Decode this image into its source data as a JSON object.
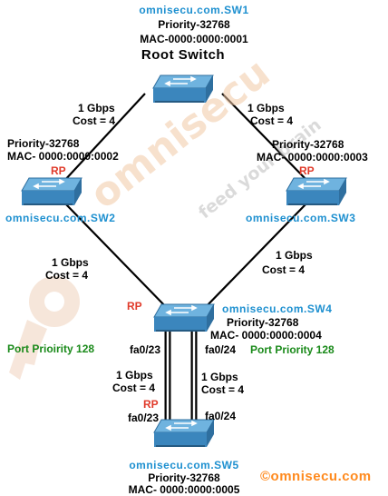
{
  "switches": {
    "sw1": {
      "name": "omnisecu.com.SW1",
      "priority": "Priority-32768",
      "mac": "MAC-0000:0000:0001",
      "role": "Root Switch"
    },
    "sw2": {
      "name": "omnisecu.com.SW2",
      "priority": "Priority-32768",
      "mac": "MAC- 0000:0000:0002"
    },
    "sw3": {
      "name": "omnisecu.com.SW3",
      "priority": "Priority-32768",
      "mac": "MAC- 0000:0000:0003"
    },
    "sw4": {
      "name": "omnisecu.com.SW4",
      "priority": "Priority-32768",
      "mac": "MAC- 0000:0000:0004"
    },
    "sw5": {
      "name": "omnisecu.com.SW5",
      "priority": "Priority-32768",
      "mac": "MAC- 0000:0000:0005"
    }
  },
  "links": {
    "sw1_sw2": {
      "speed": "1 Gbps",
      "cost": "Cost = 4"
    },
    "sw1_sw3": {
      "speed": "1 Gbps",
      "cost": "Cost = 4"
    },
    "sw2_sw4": {
      "speed": "1 Gbps",
      "cost": "Cost = 4"
    },
    "sw3_sw4": {
      "speed": "1 Gbps",
      "cost": "Cost = 4"
    },
    "sw4_sw5_a": {
      "speed": "1 Gbps",
      "cost": "Cost = 4"
    },
    "sw4_sw5_b": {
      "speed": "1 Gbps",
      "cost": "Cost = 4"
    }
  },
  "root_port_label": "RP",
  "ports": {
    "sw4_left": "fa0/23",
    "sw4_right": "fa0/24",
    "sw5_left": "fa0/23",
    "sw5_right": "fa0/24",
    "sw4_left_priority": "Port Prioirity 128",
    "sw4_right_priority": "Port Priority 128"
  },
  "watermark": {
    "brand": "omnisecu",
    "tagline": "feed your brain",
    "copyright": "©omnisecu.com"
  },
  "colors": {
    "switch_top": "#6fb3df",
    "switch_side": "#2f6f9f",
    "link": "#000000",
    "name_text": "#1e90d0",
    "rp_text": "#e03a2a",
    "port_priority_text": "#1a8a1a",
    "copyright_text": "#ff8a1e"
  },
  "icons": [
    "switch-icon",
    "key-icon"
  ]
}
